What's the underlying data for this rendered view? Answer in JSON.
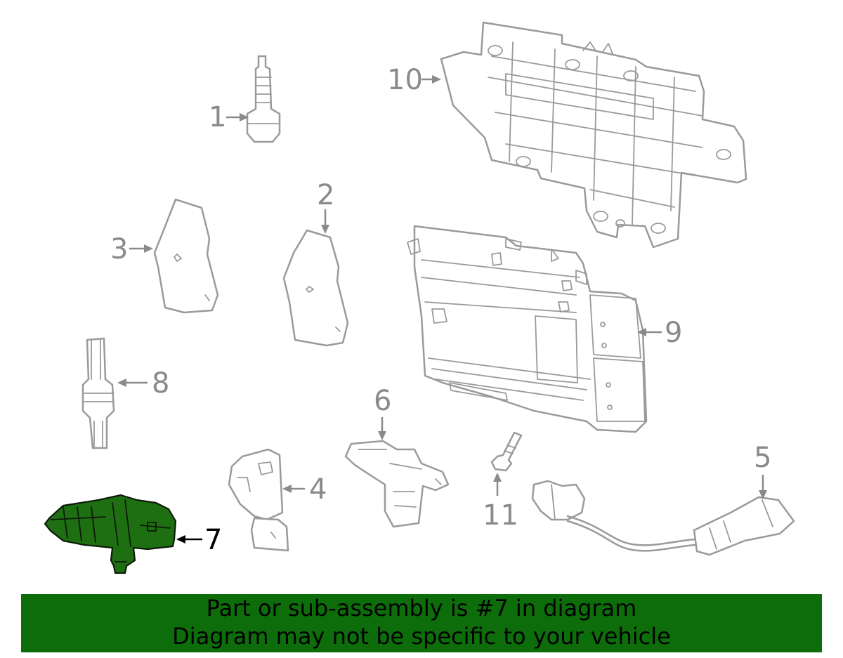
{
  "diagram": {
    "callouts": [
      {
        "id": "1",
        "label": "1"
      },
      {
        "id": "2",
        "label": "2"
      },
      {
        "id": "3",
        "label": "3"
      },
      {
        "id": "4",
        "label": "4"
      },
      {
        "id": "5",
        "label": "5"
      },
      {
        "id": "6",
        "label": "6"
      },
      {
        "id": "7",
        "label": "7",
        "highlighted": true
      },
      {
        "id": "8",
        "label": "8"
      },
      {
        "id": "9",
        "label": "9"
      },
      {
        "id": "10",
        "label": "10"
      },
      {
        "id": "11",
        "label": "11"
      }
    ],
    "highlight_color": "#1e6f12",
    "part_color": "#9a9a9a"
  },
  "banner": {
    "line1": "Part or sub-assembly is #7 in diagram",
    "line2": "Diagram may not be specific to your vehicle",
    "background": "#0e6d0b"
  }
}
